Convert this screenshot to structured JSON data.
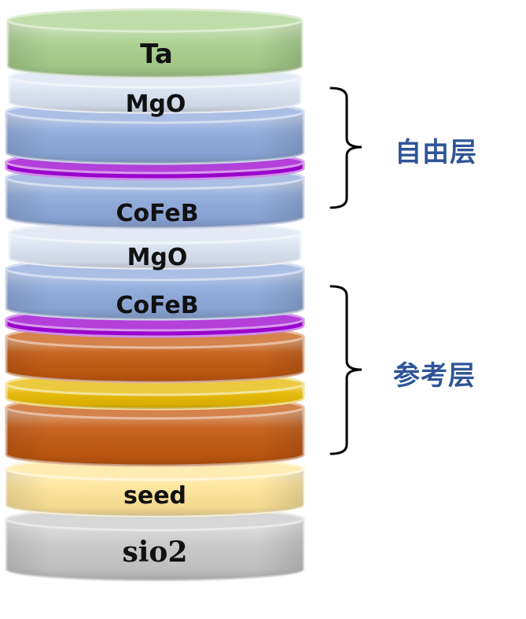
{
  "layers": [
    {
      "label": "Ta",
      "color": "#a9d18e"
    },
    {
      "label": "MgO",
      "color": "#dae3f3"
    },
    {
      "label": "",
      "color": "#8faadc"
    },
    {
      "label": "",
      "color": "#9900cc"
    },
    {
      "label": "CoFeB",
      "color": "#8faadc"
    },
    {
      "label": "MgO",
      "color": "#dae3f3"
    },
    {
      "label": "CoFeB",
      "color": "#8faadc"
    },
    {
      "label": "",
      "color": "#9900cc"
    },
    {
      "label": "",
      "color": "#c55a11"
    },
    {
      "label": "",
      "color": "#e6b800"
    },
    {
      "label": "",
      "color": "#c55a11"
    },
    {
      "label": "seed",
      "color": "#ffe699"
    },
    {
      "label": "sio2",
      "color": "#c9c9c9"
    }
  ],
  "brackets": {
    "free_layer": {
      "label": "自由层"
    },
    "reference_layer": {
      "label": "参考层"
    },
    "label_color": "#2f5597",
    "line_color": "#000000"
  }
}
